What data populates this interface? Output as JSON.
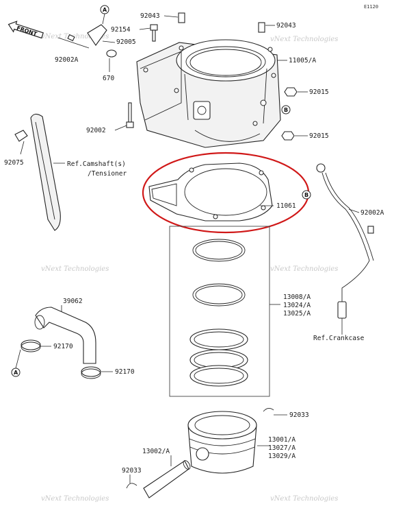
{
  "diagram_code": "E1120",
  "front_label": "FRONT",
  "watermark": "vNext Technologies",
  "labels": {
    "p92043a": "92043",
    "p92043b": "92043",
    "p92154": "92154",
    "p92005": "92005",
    "p92002A_top": "92002A",
    "p670": "670",
    "p11005": "11005/A",
    "p92015a": "92015",
    "p92015b": "92015",
    "p92002": "92002",
    "p92075": "92075",
    "ref_cam_1": "Ref.Camshaft(s)",
    "ref_cam_2": "/Tensioner",
    "p11061": "11061",
    "p92002A_right": "92002A",
    "rings_1": "13008/A",
    "rings_2": "13024/A",
    "rings_3": "13025/A",
    "ref_crank": "Ref.Crankcase",
    "p39062": "39062",
    "p92170a": "92170",
    "p92170b": "92170",
    "p92033a": "92033",
    "p13001_1": "13001/A",
    "p13001_2": "13027/A",
    "p13001_3": "13029/A",
    "p13002": "13002/A",
    "p92033b": "92033"
  },
  "refs": {
    "A": "A",
    "B": "B"
  }
}
